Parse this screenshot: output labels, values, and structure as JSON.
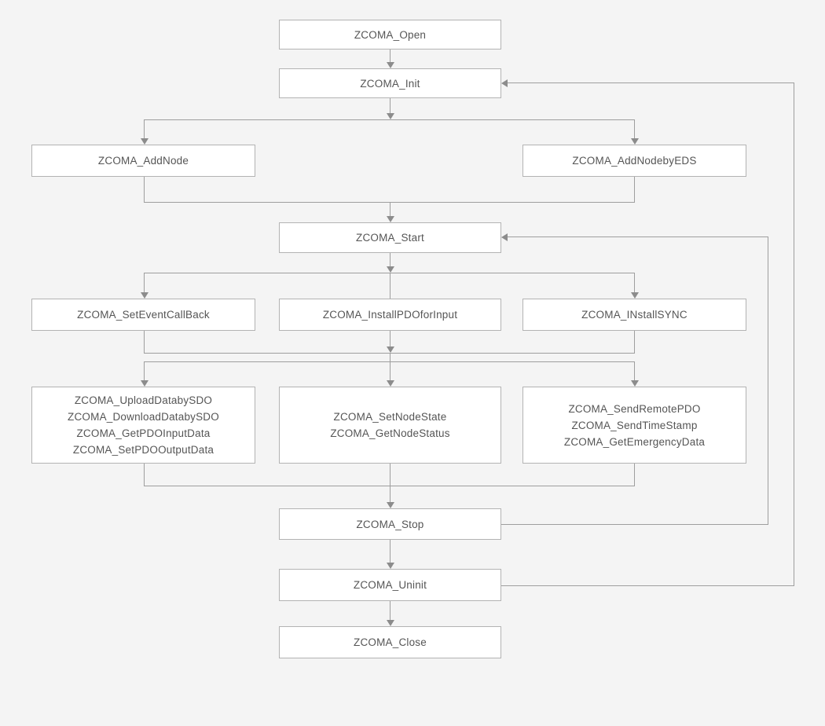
{
  "diagram": {
    "description": "ZCOMA API call-sequence flowchart",
    "colors": {
      "background": "#f4f4f4",
      "node_fill": "#ffffff",
      "node_border": "#b3b3b3",
      "connector": "#9e9e9e",
      "arrowhead": "#8c8c8c",
      "text": "#555555"
    },
    "nodes": {
      "open": {
        "label": "ZCOMA_Open"
      },
      "init": {
        "label": "ZCOMA_Init"
      },
      "add_node": {
        "label": "ZCOMA_AddNode"
      },
      "add_node_by_eds": {
        "label": "ZCOMA_AddNodebyEDS"
      },
      "start": {
        "label": "ZCOMA_Start"
      },
      "set_event_callback": {
        "label": "ZCOMA_SetEventCallBack"
      },
      "install_pdo_for_input": {
        "label": "ZCOMA_InstallPDOforInput"
      },
      "install_sync": {
        "label": "ZCOMA_INstallSYNC"
      },
      "sdo_pdo_group": {
        "lines": [
          "ZCOMA_UploadDatabySDO",
          "ZCOMA_DownloadDatabySDO",
          "ZCOMA_GetPDOInputData",
          "ZCOMA_SetPDOOutputData"
        ]
      },
      "node_state_group": {
        "lines": [
          "ZCOMA_SetNodeState",
          "ZCOMA_GetNodeStatus"
        ]
      },
      "remote_group": {
        "lines": [
          "ZCOMA_SendRemotePDO",
          "ZCOMA_SendTimeStamp",
          "ZCOMA_GetEmergencyData"
        ]
      },
      "stop": {
        "label": "ZCOMA_Stop"
      },
      "uninit": {
        "label": "ZCOMA_Uninit"
      },
      "close": {
        "label": "ZCOMA_Close"
      }
    }
  }
}
